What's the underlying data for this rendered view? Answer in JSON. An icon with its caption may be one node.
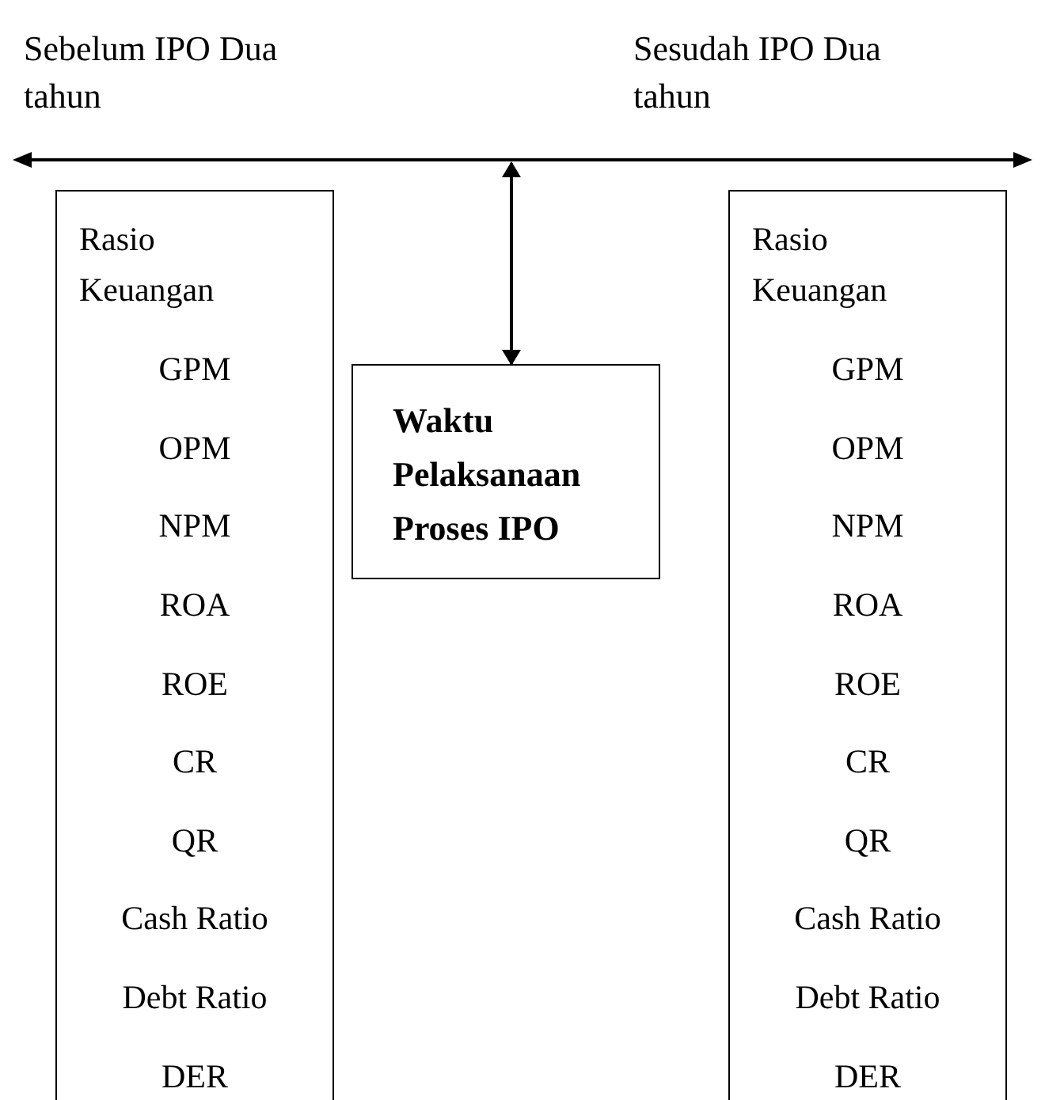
{
  "diagram": {
    "nodes": [
      {
        "text": [],
        "shape": "bar"
      },
      {
        "text": [
          "Rasio Keuangan",
          "GPM",
          "OPM",
          "NPM",
          "ROA",
          "ROE",
          "CR",
          "QR",
          "Cash Ratio",
          "Debt Ratio",
          "DER"
        ]
      },
      {
        "text": [
          "Waktu Pelaksanaan Proses IPO"
        ]
      },
      {
        "text": [
          "Rasio Keuangan",
          "GPM",
          "OPM",
          "NPM",
          "ROA",
          "ROE",
          "CR",
          "QR",
          "Cash Ratio",
          "Debt Ratio",
          "DER"
        ]
      }
    ],
    "edges": [
      {
        "from": 0,
        "to": 2,
        "arrow": "both"
      }
    ],
    "labels": [
      "Sebelum IPO Dua tahun",
      "Sesudah IPO Dua tahun"
    ]
  }
}
